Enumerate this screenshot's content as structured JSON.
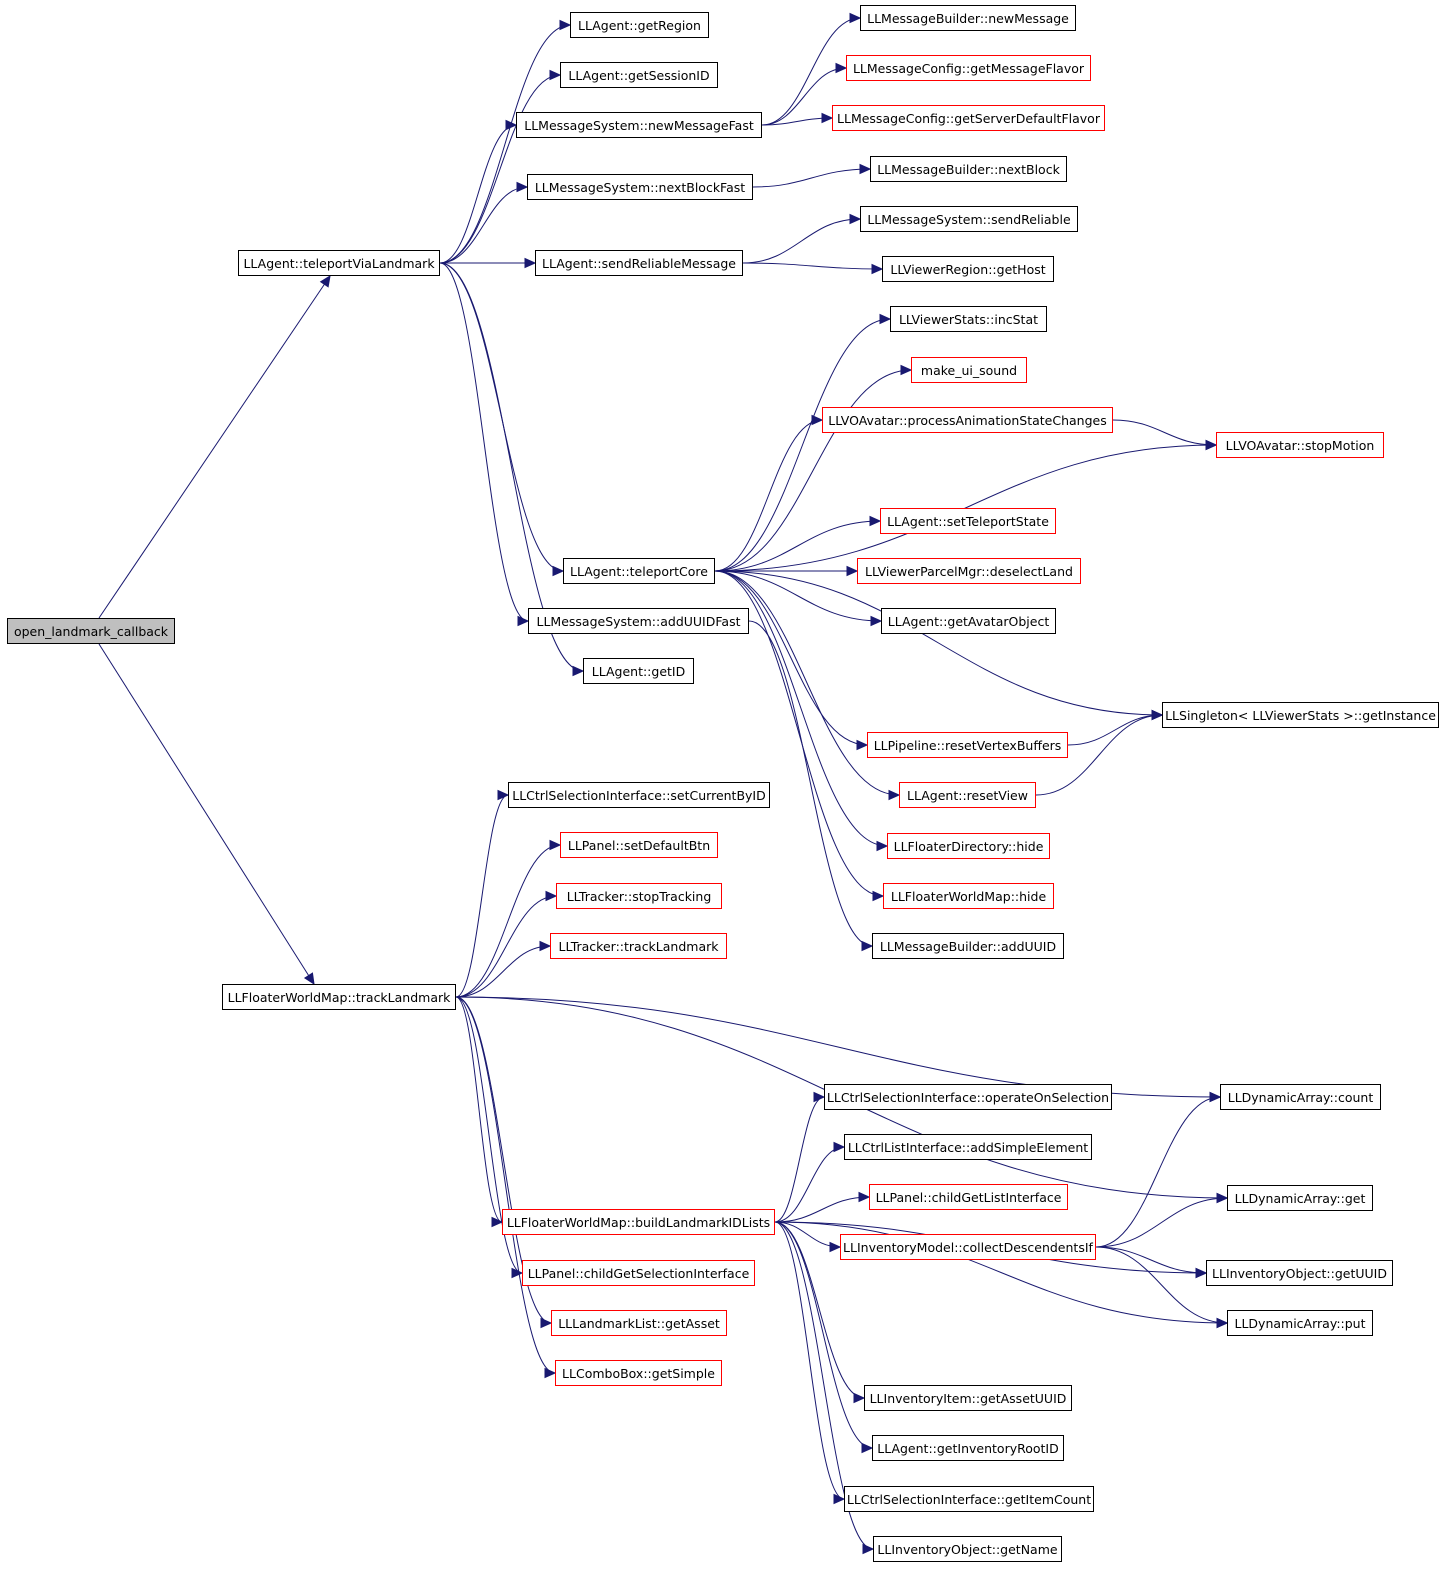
{
  "diagram": {
    "type": "call-graph",
    "colors": {
      "edge": "#191970",
      "root_fill": "#bfbfbf",
      "border_default": "#000000",
      "border_truncated": "#ff0000"
    },
    "nodes": [
      {
        "id": "open_landmark_callback",
        "label": "open_landmark_callback",
        "style": "root"
      },
      {
        "id": "teleportViaLandmark",
        "label": "LLAgent::teleportViaLandmark",
        "style": "normal"
      },
      {
        "id": "trackLandmark",
        "label": "LLFloaterWorldMap::trackLandmark",
        "style": "normal"
      },
      {
        "id": "getRegion",
        "label": "LLAgent::getRegion",
        "style": "normal"
      },
      {
        "id": "getSessionID",
        "label": "LLAgent::getSessionID",
        "style": "normal"
      },
      {
        "id": "newMessageFast",
        "label": "LLMessageSystem::newMessageFast",
        "style": "normal"
      },
      {
        "id": "nextBlockFast",
        "label": "LLMessageSystem::nextBlockFast",
        "style": "normal"
      },
      {
        "id": "sendReliableMessage",
        "label": "LLAgent::sendReliableMessage",
        "style": "normal"
      },
      {
        "id": "teleportCore",
        "label": "LLAgent::teleportCore",
        "style": "normal"
      },
      {
        "id": "addUUIDFast",
        "label": "LLMessageSystem::addUUIDFast",
        "style": "normal"
      },
      {
        "id": "getID",
        "label": "LLAgent::getID",
        "style": "normal"
      },
      {
        "id": "newMessage",
        "label": "LLMessageBuilder::newMessage",
        "style": "normal"
      },
      {
        "id": "getMessageFlavor",
        "label": "LLMessageConfig::getMessageFlavor",
        "style": "red"
      },
      {
        "id": "getServerDefaultFlavor",
        "label": "LLMessageConfig::getServerDefaultFlavor",
        "style": "red"
      },
      {
        "id": "nextBlock",
        "label": "LLMessageBuilder::nextBlock",
        "style": "normal"
      },
      {
        "id": "sendReliable",
        "label": "LLMessageSystem::sendReliable",
        "style": "normal"
      },
      {
        "id": "getHost",
        "label": "LLViewerRegion::getHost",
        "style": "normal"
      },
      {
        "id": "incStat",
        "label": "LLViewerStats::incStat",
        "style": "normal"
      },
      {
        "id": "make_ui_sound",
        "label": "make_ui_sound",
        "style": "red"
      },
      {
        "id": "processAnimationStateChanges",
        "label": "LLVOAvatar::processAnimationStateChanges",
        "style": "red"
      },
      {
        "id": "stopMotion",
        "label": "LLVOAvatar::stopMotion",
        "style": "red"
      },
      {
        "id": "setTeleportState",
        "label": "LLAgent::setTeleportState",
        "style": "red"
      },
      {
        "id": "deselectLand",
        "label": "LLViewerParcelMgr::deselectLand",
        "style": "red"
      },
      {
        "id": "getAvatarObject",
        "label": "LLAgent::getAvatarObject",
        "style": "normal"
      },
      {
        "id": "getInstance",
        "label": "LLSingleton< LLViewerStats >::getInstance",
        "style": "normal"
      },
      {
        "id": "resetVertexBuffers",
        "label": "LLPipeline::resetVertexBuffers",
        "style": "red"
      },
      {
        "id": "resetView",
        "label": "LLAgent::resetView",
        "style": "red"
      },
      {
        "id": "floaterDirectoryHide",
        "label": "LLFloaterDirectory::hide",
        "style": "red"
      },
      {
        "id": "floaterWorldMapHide",
        "label": "LLFloaterWorldMap::hide",
        "style": "red"
      },
      {
        "id": "addUUID",
        "label": "LLMessageBuilder::addUUID",
        "style": "normal"
      },
      {
        "id": "setCurrentByID",
        "label": "LLCtrlSelectionInterface::setCurrentByID",
        "style": "normal"
      },
      {
        "id": "setDefaultBtn",
        "label": "LLPanel::setDefaultBtn",
        "style": "red"
      },
      {
        "id": "stopTracking",
        "label": "LLTracker::stopTracking",
        "style": "red"
      },
      {
        "id": "trackerTrackLandmark",
        "label": "LLTracker::trackLandmark",
        "style": "red"
      },
      {
        "id": "operateOnSelection",
        "label": "LLCtrlSelectionInterface::operateOnSelection",
        "style": "normal"
      },
      {
        "id": "addSimpleElement",
        "label": "LLCtrlListInterface::addSimpleElement",
        "style": "normal"
      },
      {
        "id": "childGetListInterface",
        "label": "LLPanel::childGetListInterface",
        "style": "red"
      },
      {
        "id": "buildLandmarkIDLists",
        "label": "LLFloaterWorldMap::buildLandmarkIDLists",
        "style": "red"
      },
      {
        "id": "collectDescendentsIf",
        "label": "LLInventoryModel::collectDescendentsIf",
        "style": "red"
      },
      {
        "id": "childGetSelectionInterface",
        "label": "LLPanel::childGetSelectionInterface",
        "style": "red"
      },
      {
        "id": "getAsset",
        "label": "LLLandmarkList::getAsset",
        "style": "red"
      },
      {
        "id": "getSimple",
        "label": "LLComboBox::getSimple",
        "style": "red"
      },
      {
        "id": "count",
        "label": "LLDynamicArray::count",
        "style": "normal"
      },
      {
        "id": "dynGet",
        "label": "LLDynamicArray::get",
        "style": "normal"
      },
      {
        "id": "getUUID",
        "label": "LLInventoryObject::getUUID",
        "style": "normal"
      },
      {
        "id": "put",
        "label": "LLDynamicArray::put",
        "style": "normal"
      },
      {
        "id": "getAssetUUID",
        "label": "LLInventoryItem::getAssetUUID",
        "style": "normal"
      },
      {
        "id": "getInventoryRootID",
        "label": "LLAgent::getInventoryRootID",
        "style": "normal"
      },
      {
        "id": "getItemCount",
        "label": "LLCtrlSelectionInterface::getItemCount",
        "style": "normal"
      },
      {
        "id": "getName",
        "label": "LLInventoryObject::getName",
        "style": "normal"
      }
    ],
    "edges": [
      [
        "open_landmark_callback",
        "teleportViaLandmark"
      ],
      [
        "open_landmark_callback",
        "trackLandmark"
      ],
      [
        "teleportViaLandmark",
        "getRegion"
      ],
      [
        "teleportViaLandmark",
        "getSessionID"
      ],
      [
        "teleportViaLandmark",
        "newMessageFast"
      ],
      [
        "teleportViaLandmark",
        "nextBlockFast"
      ],
      [
        "teleportViaLandmark",
        "sendReliableMessage"
      ],
      [
        "teleportViaLandmark",
        "teleportCore"
      ],
      [
        "teleportViaLandmark",
        "addUUIDFast"
      ],
      [
        "teleportViaLandmark",
        "getID"
      ],
      [
        "newMessageFast",
        "newMessage"
      ],
      [
        "newMessageFast",
        "getMessageFlavor"
      ],
      [
        "newMessageFast",
        "getServerDefaultFlavor"
      ],
      [
        "nextBlockFast",
        "nextBlock"
      ],
      [
        "sendReliableMessage",
        "sendReliable"
      ],
      [
        "sendReliableMessage",
        "getHost"
      ],
      [
        "teleportCore",
        "incStat"
      ],
      [
        "teleportCore",
        "make_ui_sound"
      ],
      [
        "teleportCore",
        "processAnimationStateChanges"
      ],
      [
        "teleportCore",
        "stopMotion"
      ],
      [
        "teleportCore",
        "setTeleportState"
      ],
      [
        "teleportCore",
        "deselectLand"
      ],
      [
        "teleportCore",
        "getAvatarObject"
      ],
      [
        "teleportCore",
        "getInstance"
      ],
      [
        "teleportCore",
        "resetVertexBuffers"
      ],
      [
        "teleportCore",
        "resetView"
      ],
      [
        "teleportCore",
        "floaterDirectoryHide"
      ],
      [
        "teleportCore",
        "floaterWorldMapHide"
      ],
      [
        "processAnimationStateChanges",
        "stopMotion"
      ],
      [
        "resetVertexBuffers",
        "getInstance"
      ],
      [
        "resetView",
        "getInstance"
      ],
      [
        "addUUIDFast",
        "addUUID"
      ],
      [
        "trackLandmark",
        "setCurrentByID"
      ],
      [
        "trackLandmark",
        "setDefaultBtn"
      ],
      [
        "trackLandmark",
        "stopTracking"
      ],
      [
        "trackLandmark",
        "trackerTrackLandmark"
      ],
      [
        "trackLandmark",
        "count"
      ],
      [
        "trackLandmark",
        "dynGet"
      ],
      [
        "trackLandmark",
        "buildLandmarkIDLists"
      ],
      [
        "trackLandmark",
        "childGetSelectionInterface"
      ],
      [
        "trackLandmark",
        "getAsset"
      ],
      [
        "trackLandmark",
        "getSimple"
      ],
      [
        "buildLandmarkIDLists",
        "operateOnSelection"
      ],
      [
        "buildLandmarkIDLists",
        "addSimpleElement"
      ],
      [
        "buildLandmarkIDLists",
        "childGetListInterface"
      ],
      [
        "buildLandmarkIDLists",
        "collectDescendentsIf"
      ],
      [
        "buildLandmarkIDLists",
        "getUUID"
      ],
      [
        "buildLandmarkIDLists",
        "put"
      ],
      [
        "buildLandmarkIDLists",
        "getAssetUUID"
      ],
      [
        "buildLandmarkIDLists",
        "getInventoryRootID"
      ],
      [
        "buildLandmarkIDLists",
        "getItemCount"
      ],
      [
        "buildLandmarkIDLists",
        "getName"
      ],
      [
        "collectDescendentsIf",
        "count"
      ],
      [
        "collectDescendentsIf",
        "dynGet"
      ],
      [
        "collectDescendentsIf",
        "getUUID"
      ],
      [
        "collectDescendentsIf",
        "put"
      ]
    ]
  }
}
